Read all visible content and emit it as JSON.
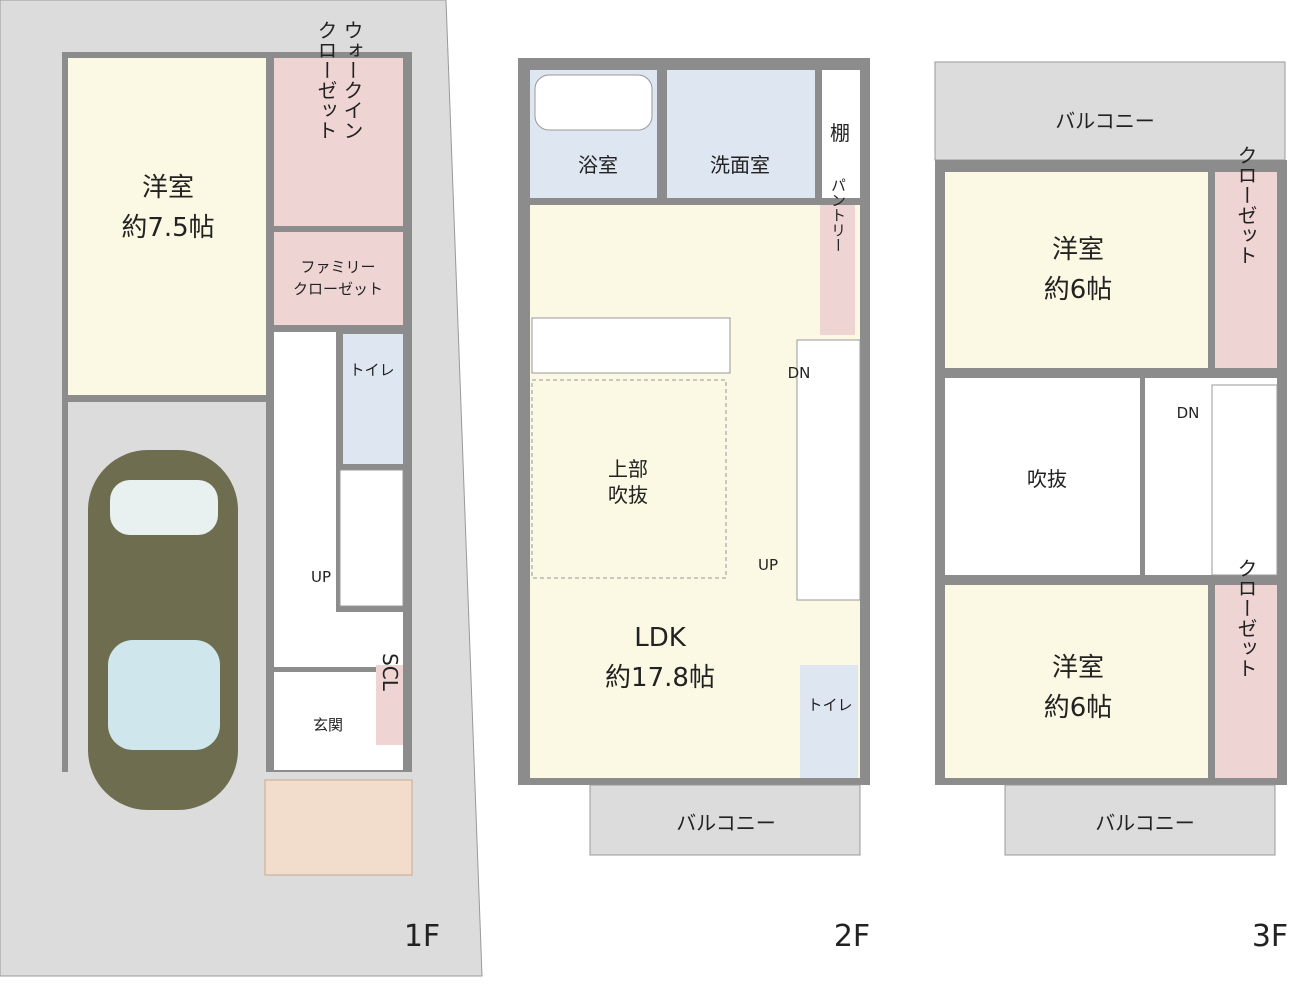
{
  "colors": {
    "wall": "#8c8c8c",
    "room": "#fbf8e3",
    "closet": "#efd4d4",
    "wet": "#dee6f2",
    "ground": "#dcdcdc",
    "tile": "#f2ddcc",
    "car": "#6f6d4f"
  },
  "floor1": {
    "label": "1F",
    "western_room": {
      "name": "洋室",
      "size": "約7.5帖"
    },
    "walk_in_closet": {
      "line1": "ウォークイン",
      "line2": "クローゼット"
    },
    "family_closet": {
      "line1": "ファミリー",
      "line2": "クローゼット"
    },
    "toilet": "トイレ",
    "stairs": "UP",
    "entrance": "玄関",
    "shoe_closet": "SCL"
  },
  "floor2": {
    "label": "2F",
    "bath": "浴室",
    "washroom": "洗面室",
    "shelf": "棚",
    "pantry": "パントリー",
    "void_above": {
      "line1": "上部",
      "line2": "吹抜"
    },
    "ldk": {
      "name": "LDK",
      "size": "約17.8帖"
    },
    "stairs_down": "DN",
    "stairs_up": "UP",
    "toilet": "トイレ",
    "balcony": "バルコニー"
  },
  "floor3": {
    "label": "3F",
    "balcony_top": "バルコニー",
    "room1": {
      "name": "洋室",
      "size": "約6帖"
    },
    "closet1": "クローゼット",
    "void": "吹抜",
    "stairs_down": "DN",
    "room2": {
      "name": "洋室",
      "size": "約6帖"
    },
    "closet2": "クローゼット",
    "balcony_bottom": "バルコニー"
  }
}
